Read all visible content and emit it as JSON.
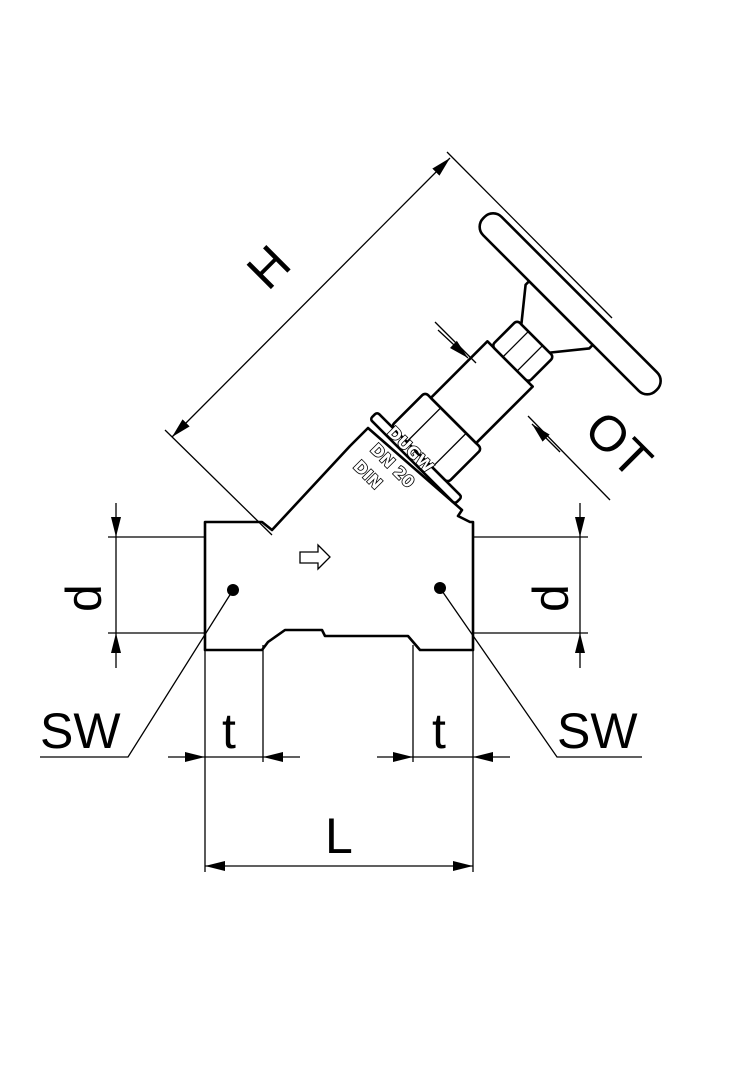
{
  "labels": {
    "height": "H",
    "outer_thread": "OT",
    "diameter_left": "d",
    "diameter_right": "d",
    "wrench_left": "SW",
    "wrench_right": "SW",
    "thread_depth_left": "t",
    "thread_depth_right": "t",
    "length": "L"
  },
  "body_markings": [
    "DUGW",
    "DN 20",
    "DIN"
  ],
  "colors": {
    "line": "#000000",
    "background": "#ffffff"
  }
}
